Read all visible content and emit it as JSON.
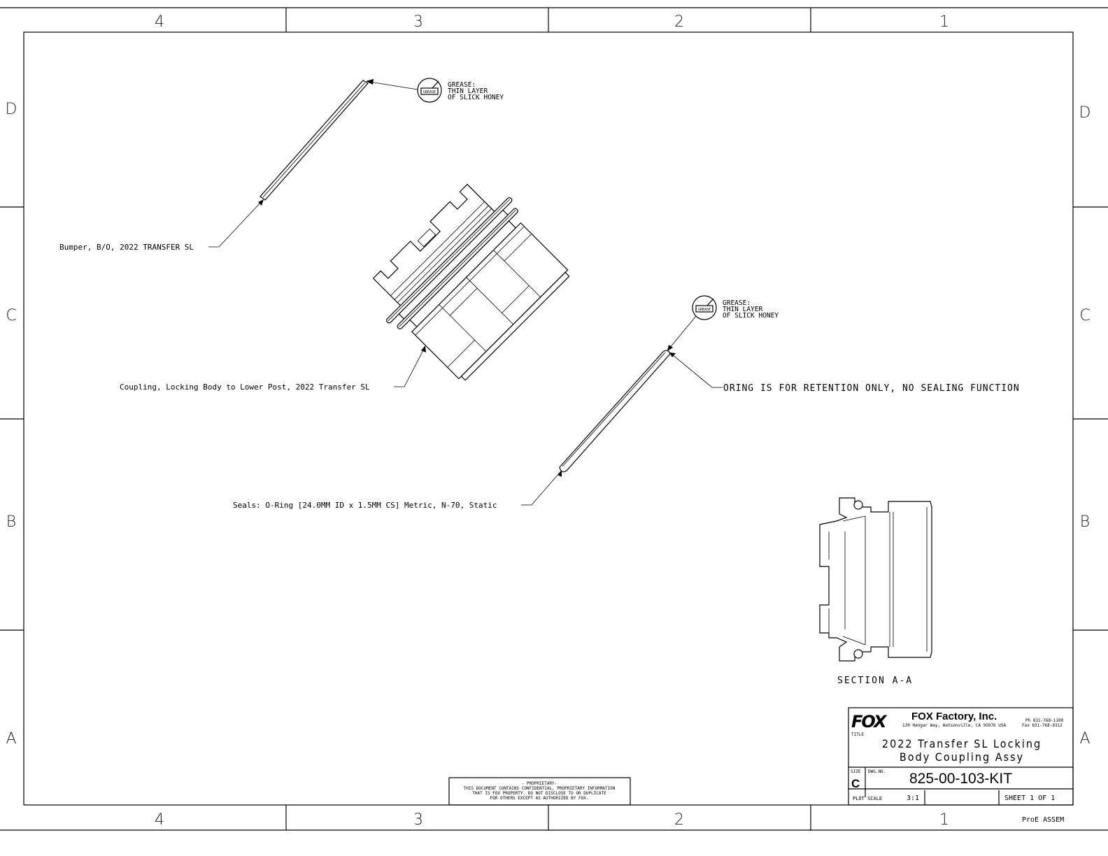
{
  "drawing": {
    "zones": {
      "columns": [
        "4",
        "3",
        "2",
        "1"
      ],
      "rows": [
        "D",
        "C",
        "B",
        "A"
      ]
    },
    "callouts": {
      "bumper": "Bumper, B/O, 2022 TRANSFER SL",
      "coupling": "Coupling, Locking Body to Lower Post, 2022 Transfer SL",
      "seals": "Seals: O-Ring [24.0MM ID x 1.5MM CS] Metric, N-70, Static",
      "oring_note": "ORING IS FOR RETENTION ONLY, NO SEALING FUNCTION"
    },
    "grease_notes": [
      {
        "icon_label": "GREASE",
        "lines": [
          "GREASE:",
          "THIN LAYER",
          "OF SLICK HONEY"
        ]
      },
      {
        "icon_label": "GREASE",
        "lines": [
          "GREASE:",
          "THIN LAYER",
          "OF SLICK HONEY"
        ]
      }
    ],
    "section_label": "SECTION A-A"
  },
  "proprietary": {
    "lines": [
      "- PROPRIETARY-",
      "THIS DOCUMENT CONTAINS CONFIDENTIAL, PROPRIETARY INFORMATION",
      "THAT IS FOX PROPERTY.  DO NOT DISCLOSE TO OR DUPLICATE",
      "FOR OTHERS EXCEPT AS AUTHORIZED BY FOX."
    ]
  },
  "title_block": {
    "logo_text": "FOX",
    "company": "FOX Factory, Inc.",
    "address": "130 Hangar Way, Watsonville, CA 95076 USA",
    "phone": "Ph 831-768-1100",
    "fax": "Fax 831-768-9312",
    "title_label": "TITLE",
    "title_lines": [
      "2022 Transfer SL Locking",
      "Body Coupling Assy"
    ],
    "size_label": "SIZE",
    "size_value": "C",
    "dwg_no_label": "DWG.NO.",
    "dwg_no": "825-00-103-KIT",
    "plot_scale_label": "PLOT SCALE",
    "plot_scale": "3:1",
    "sheet": "SHEET 1 OF 1",
    "software": "ProE ASSEM"
  }
}
